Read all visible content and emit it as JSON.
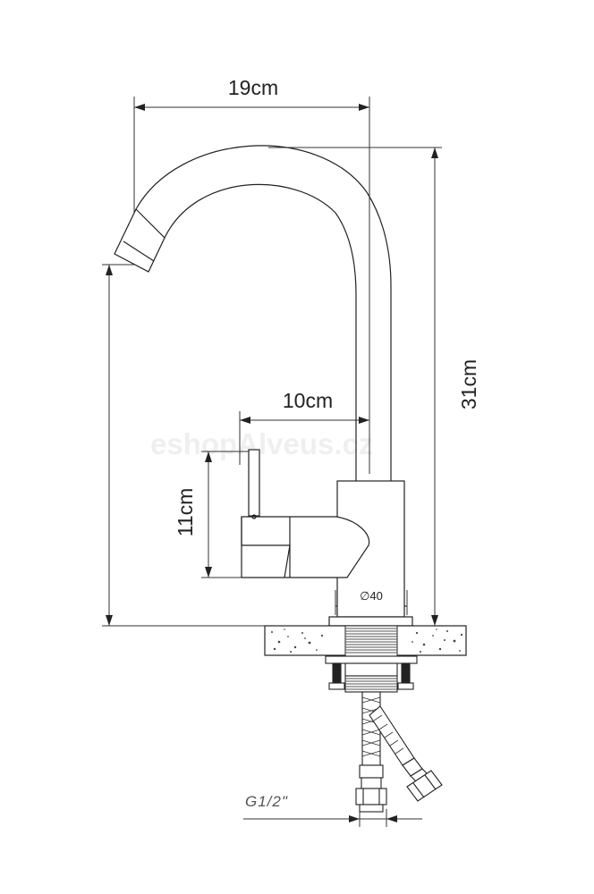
{
  "diagram": {
    "dimensions": {
      "width": "19cm",
      "height": "31cm",
      "reach": "10cm",
      "lever_height": "11cm",
      "base_diameter": "∅40",
      "thread": "G1/2\""
    },
    "watermark": "eshopAlveus.cz"
  }
}
